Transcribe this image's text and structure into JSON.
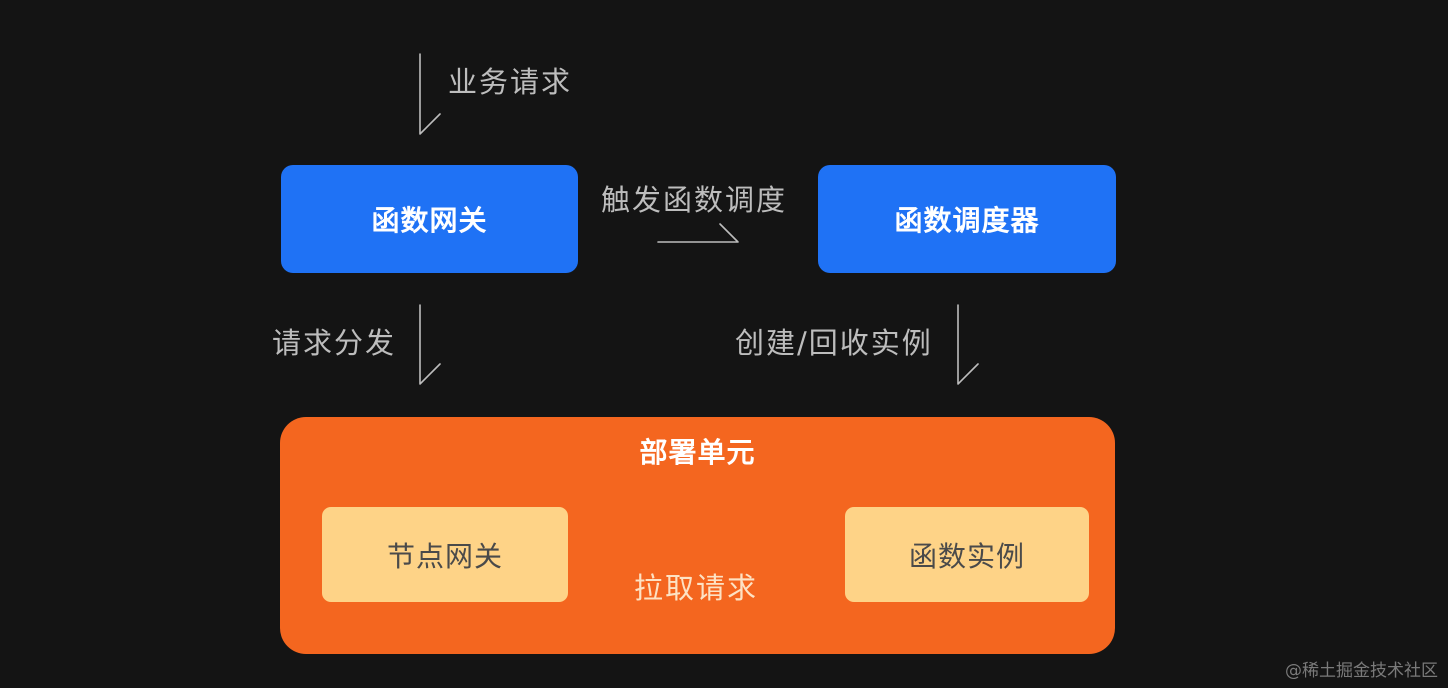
{
  "diagram": {
    "labels": {
      "business_request": "业务请求",
      "trigger_scheduling": "触发函数调度",
      "request_dispatch": "请求分发",
      "create_recycle": "创建/回收实例",
      "pull_request": "拉取请求"
    },
    "nodes": {
      "function_gateway": "函数网关",
      "function_scheduler": "函数调度器",
      "deployment_unit": "部署单元",
      "node_gateway": "节点网关",
      "function_instance": "函数实例"
    }
  },
  "watermark": "@稀土掘金技术社区",
  "colors": {
    "background": "#141414",
    "blue": "#1f72f5",
    "orange": "#f4661f",
    "light_orange": "#fed387",
    "arrow": "#bdbdbd"
  }
}
